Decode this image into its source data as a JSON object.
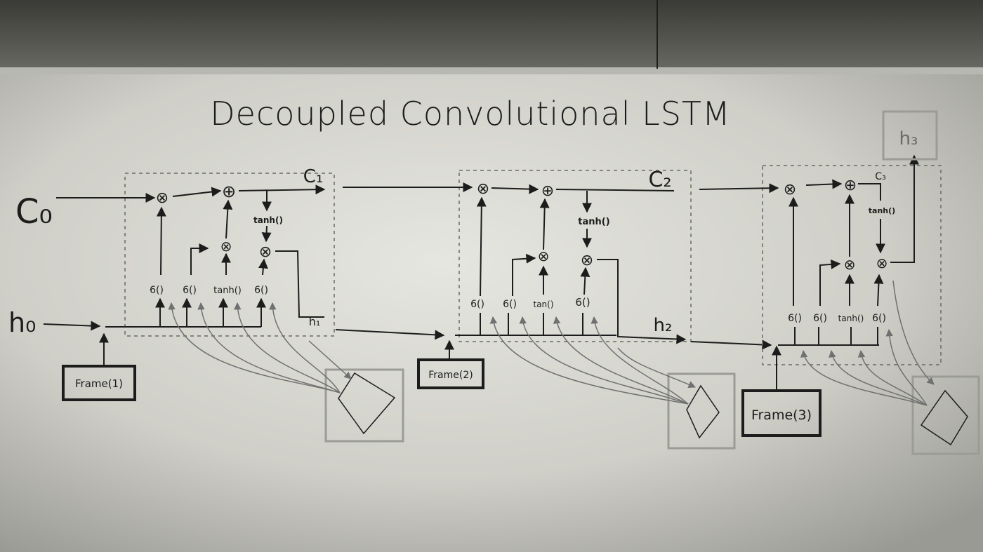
{
  "title": "Decoupled Convolutional LSTM",
  "colors": {
    "ink": "#1c1c1c",
    "dash": "#6a6a66",
    "board": "#d8d8d2",
    "gray_box": "#9c9c96",
    "gray_arrow": "#707070"
  },
  "inputs": {
    "c0": "C₀",
    "h0": "h₀"
  },
  "ops": {
    "mul": "⊗",
    "add": "⊕",
    "tanh": "tanh()",
    "tanh_short": "tan()",
    "sigma": "6()"
  },
  "cells": [
    {
      "cell_label": "C₁",
      "hidden_label": "h₁",
      "frame_label": "Frame(1)"
    },
    {
      "cell_label": "C₂",
      "hidden_label": "h₂",
      "frame_label": "Frame(2)"
    },
    {
      "cell_label": "C₃",
      "hidden_label": "h₃",
      "frame_label": "Frame(3)"
    }
  ]
}
